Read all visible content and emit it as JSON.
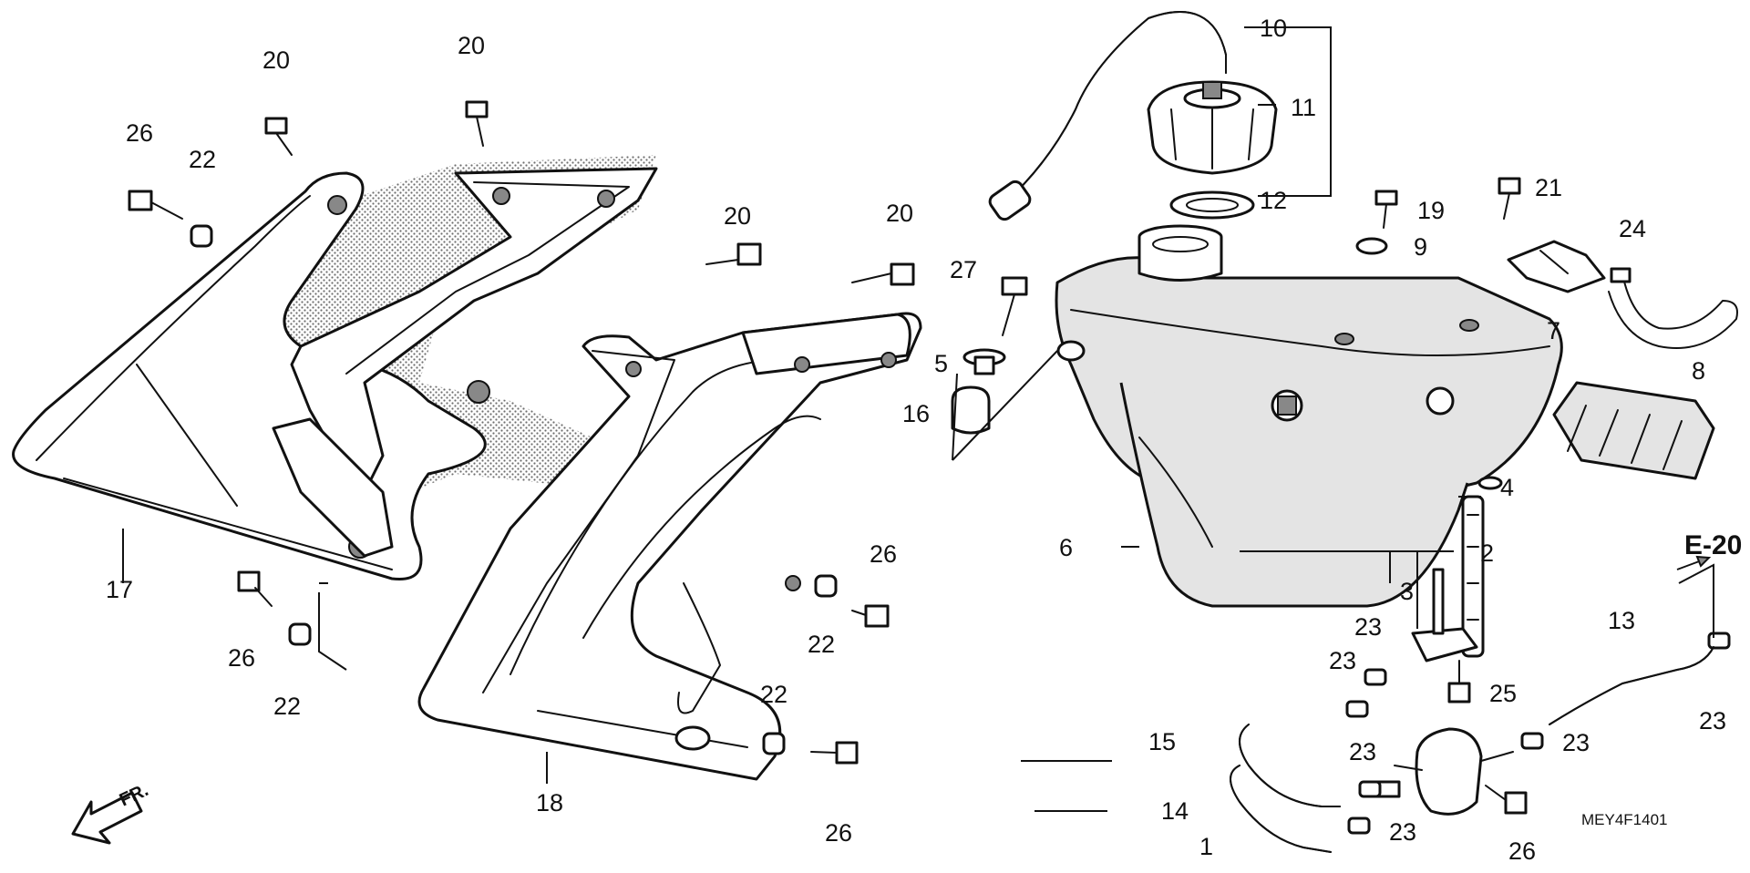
{
  "diagram_code": "MEY4F1401",
  "reference": "E-20",
  "direction": "FR.",
  "callouts": {
    "c1": "1",
    "c2": "2",
    "c3": "3",
    "c4": "4",
    "c5": "5",
    "c6": "6",
    "c7": "7",
    "c8": "8",
    "c9": "9",
    "c10": "10",
    "c11": "11",
    "c12": "12",
    "c13": "13",
    "c14": "14",
    "c15": "15",
    "c16": "16",
    "c17": "17",
    "c18": "18",
    "c19": "19",
    "c20": "20",
    "c21": "21",
    "c22": "22",
    "c23": "23",
    "c24": "24",
    "c25": "25",
    "c26": "26",
    "c27": "27"
  }
}
